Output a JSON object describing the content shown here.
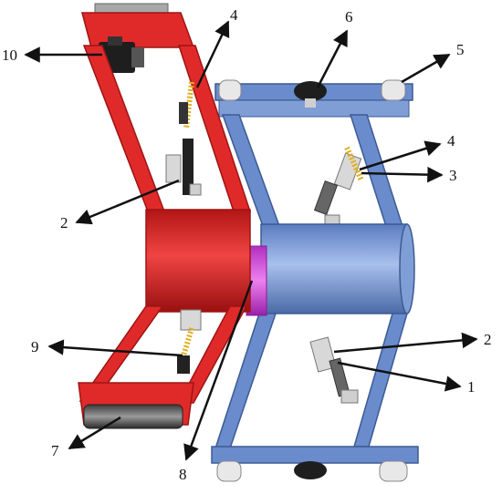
{
  "labels": {
    "l1": "1",
    "l2a": "2",
    "l2b": "2",
    "l3": "3",
    "l4a": "4",
    "l4b": "4",
    "l5": "5",
    "l6": "6",
    "l7": "7",
    "l8": "8",
    "l9": "9",
    "l10": "10"
  },
  "colors": {
    "red_module": "#e02a2a",
    "red_dark": "#9e1414",
    "blue_module": "#6a8ccc",
    "blue_dark": "#3c5a94",
    "connector": "#d24ad2",
    "spring": "#e0b020",
    "rubber": "#222222",
    "metal": "#bfbfbf"
  }
}
